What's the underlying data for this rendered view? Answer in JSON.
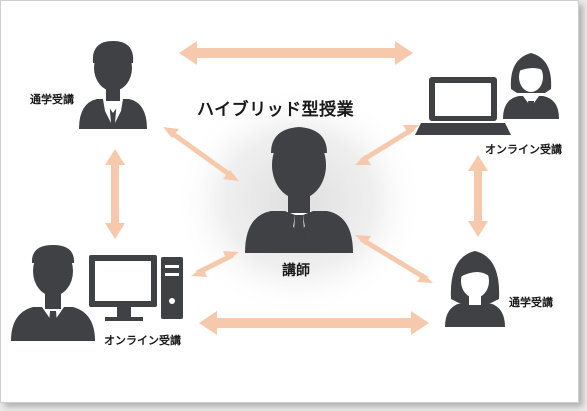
{
  "title": "ハイブリッド型授業",
  "center": {
    "label": "講師",
    "icon": "instructor-man-icon"
  },
  "nodes": {
    "top_left": {
      "label": "通学受講",
      "icon": "male-student-icon"
    },
    "top_right": {
      "label": "オンライン受講",
      "icon": "laptop-female-student-icon"
    },
    "bottom_left": {
      "label": "オンライン受講",
      "icon": "desktop-male-student-icon"
    },
    "bottom_right": {
      "label": "通学受講",
      "icon": "female-student-icon"
    }
  },
  "colors": {
    "arrow": "#f6c9ad",
    "figure": "#3f4144",
    "shirt": "#ffffff",
    "tie": "#3f4144",
    "glow": "#e2e2e2",
    "background": "#ffffff"
  }
}
